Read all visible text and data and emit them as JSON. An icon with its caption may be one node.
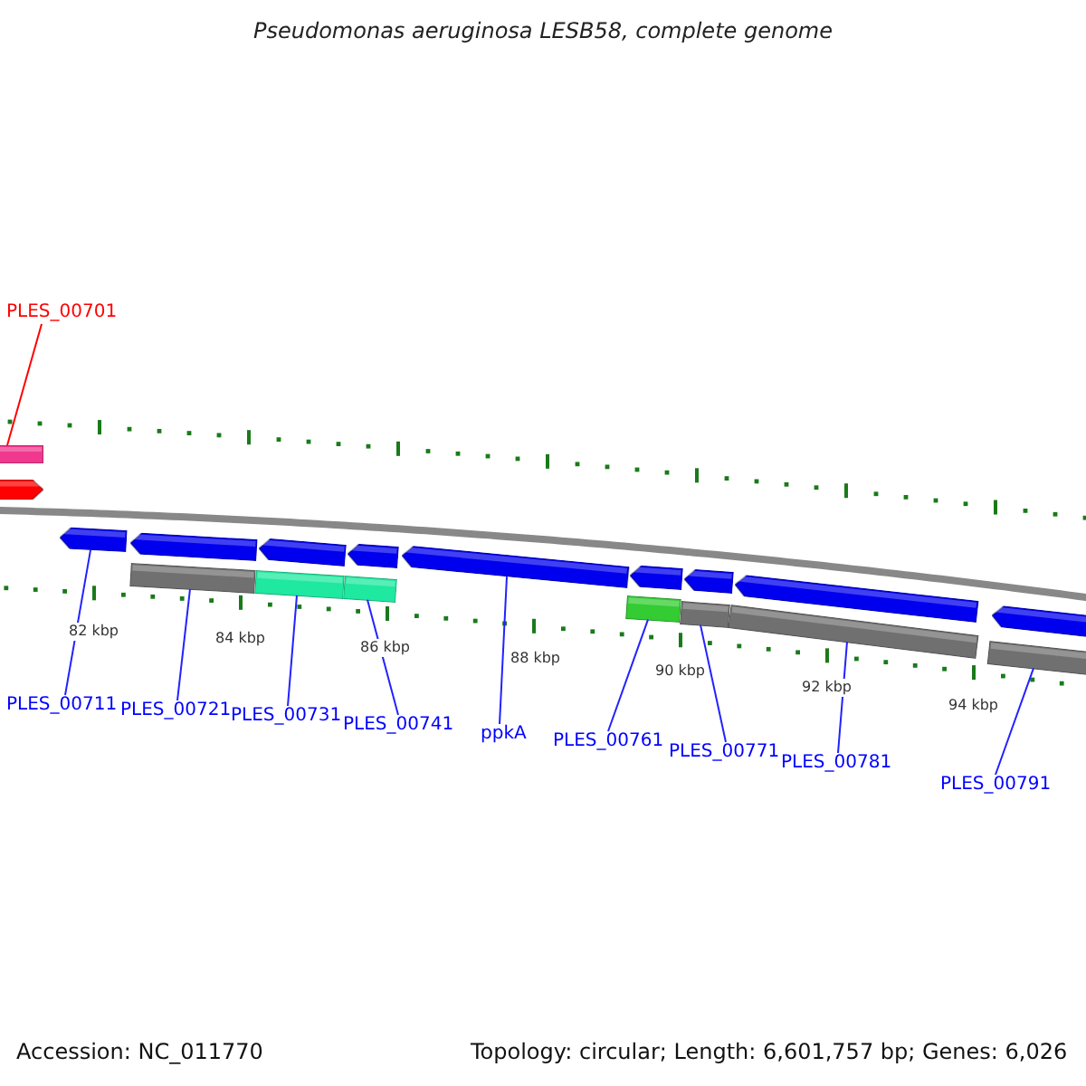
{
  "diagram": {
    "title": "Pseudomonas aeruginosa LESB58, complete genome",
    "nodes": [
      {
        "text": [
          "PLES_00701"
        ]
      },
      {
        "text": [],
        "shape": "bar"
      },
      {
        "text": [],
        "shape": "arrow"
      },
      {
        "text": [],
        "shape": "arrow"
      },
      {
        "text": [],
        "shape": "arrow"
      },
      {
        "text": [],
        "shape": "arrow"
      },
      {
        "text": [],
        "shape": "arrow"
      },
      {
        "text": [],
        "shape": "arrow"
      },
      {
        "text": [],
        "shape": "arrow"
      },
      {
        "text": [],
        "shape": "arrow"
      },
      {
        "text": [],
        "shape": "arrow"
      },
      {
        "text": [],
        "shape": "arrow"
      },
      {
        "text": [],
        "shape": "bar"
      },
      {
        "text": [],
        "shape": "bar"
      },
      {
        "text": [],
        "shape": "bar"
      },
      {
        "text": [],
        "shape": "bar"
      },
      {
        "text": [],
        "shape": "bar"
      },
      {
        "text": [],
        "shape": "bar"
      },
      {
        "text": [],
        "shape": "bar"
      },
      {
        "text": [
          "PLES_00711"
        ]
      },
      {
        "text": [
          "PLES_00721"
        ]
      },
      {
        "text": [
          "PLES_00731"
        ]
      },
      {
        "text": [
          "PLES_00741"
        ]
      },
      {
        "text": [
          "ppkA"
        ]
      },
      {
        "text": [
          "PLES_00761"
        ]
      },
      {
        "text": [
          "PLES_00771"
        ]
      },
      {
        "text": [
          "PLES_00781"
        ]
      },
      {
        "text": [
          "PLES_00791"
        ]
      }
    ],
    "edges": [
      {
        "from": 0,
        "to": 1,
        "arrow": "none",
        "color": "#ff0000"
      },
      {
        "from": 19,
        "to": 3,
        "arrow": "none"
      },
      {
        "from": 20,
        "to": 12,
        "arrow": "none"
      },
      {
        "from": 21,
        "to": 13,
        "arrow": "none"
      },
      {
        "from": 22,
        "to": 14,
        "arrow": "none"
      },
      {
        "from": 23,
        "to": 7,
        "arrow": "none"
      },
      {
        "from": 24,
        "to": 15,
        "arrow": "none"
      },
      {
        "from": 25,
        "to": 16,
        "arrow": "none"
      },
      {
        "from": 26,
        "to": 17,
        "arrow": "none"
      },
      {
        "from": 27,
        "to": 18,
        "arrow": "none"
      }
    ],
    "labels": [
      "82 kbp",
      "84 kbp",
      "86 kbp",
      "88 kbp",
      "90 kbp",
      "92 kbp",
      "94 kbp",
      "Accession: NC_011770",
      "Topology: circular; Length: 6,601,757 bp; Genes: 6,026"
    ]
  }
}
